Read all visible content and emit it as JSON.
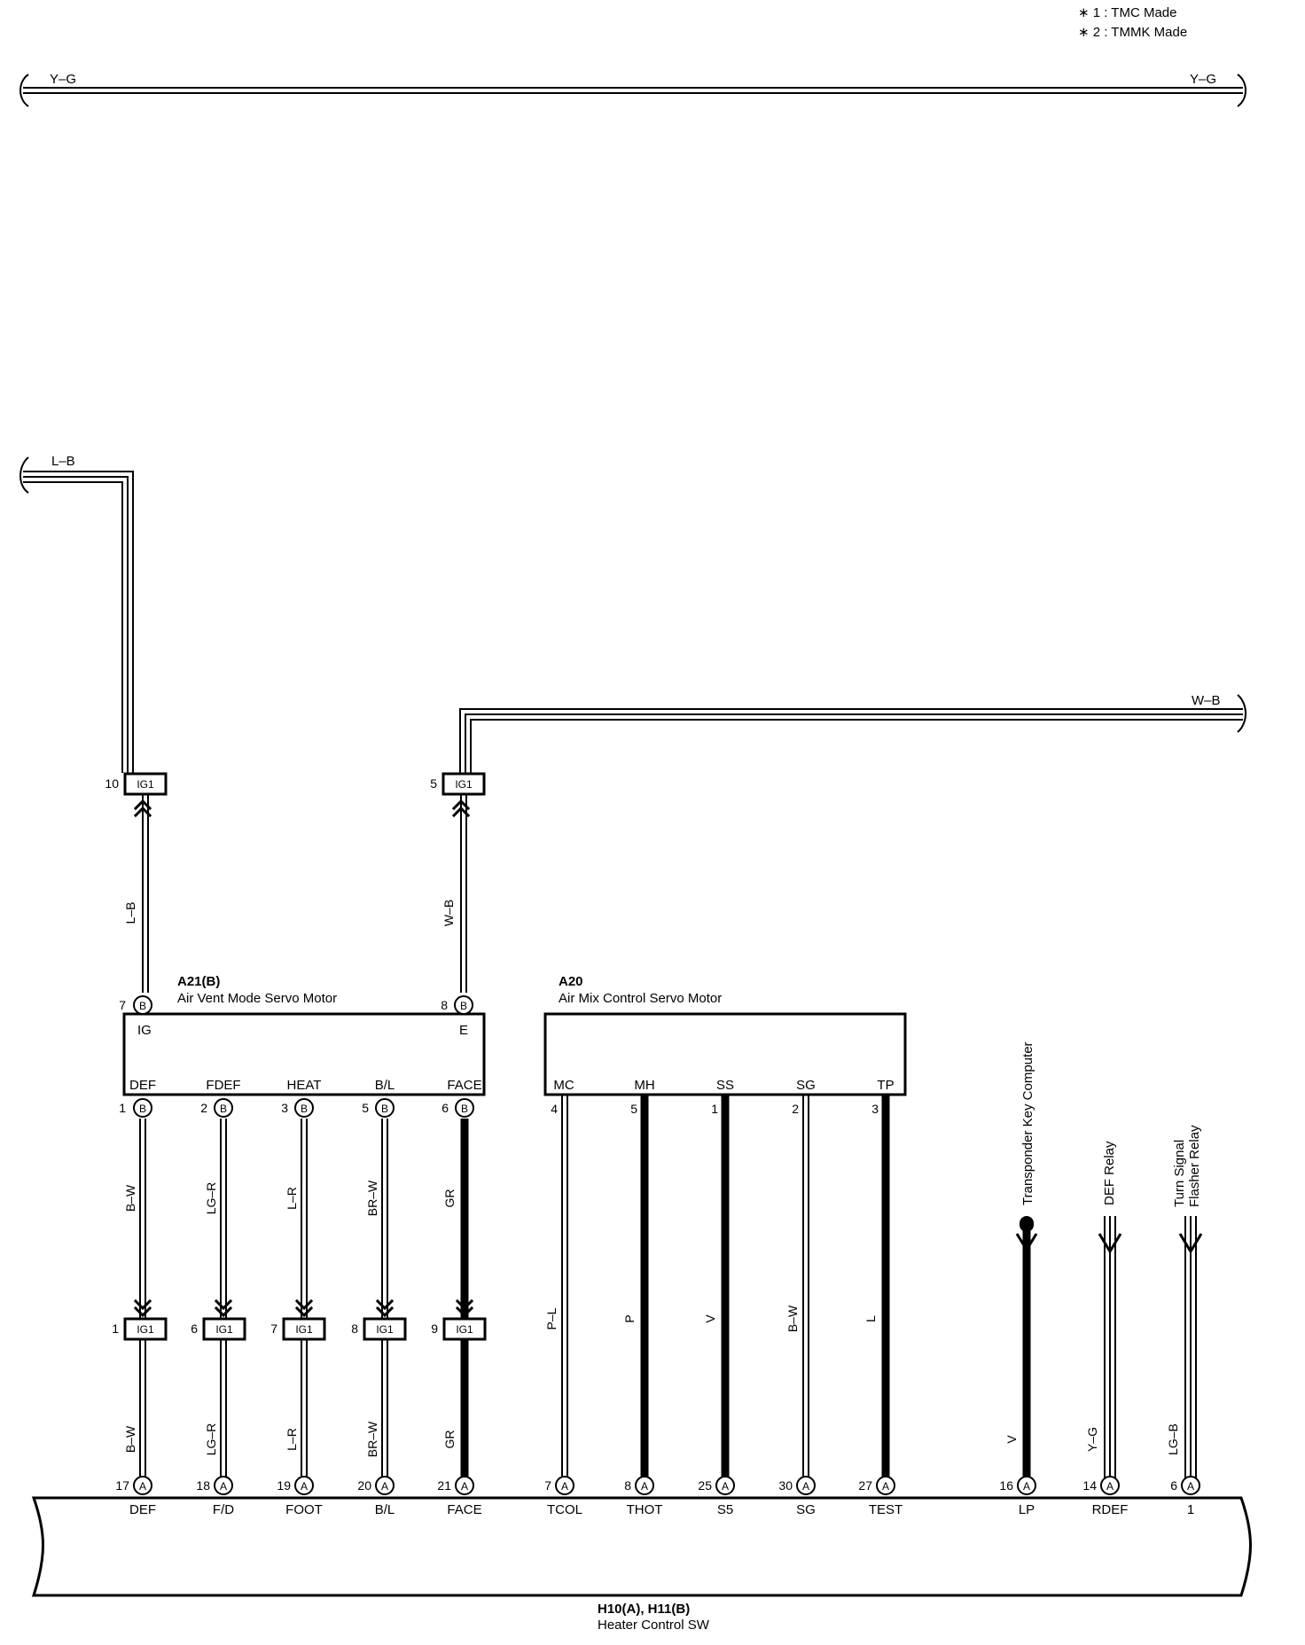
{
  "notes": [
    "∗ 1 : TMC Made",
    "∗ 2 : TMMK Made"
  ],
  "top_bus": {
    "wire_left": "Y–G",
    "wire_right": "Y–G"
  },
  "lb_feed": {
    "wire": "L–B"
  },
  "wb_feed": {
    "wire": "W–B"
  },
  "connector_label": "IG1",
  "upper_junctions": [
    {
      "pin": "10",
      "wire": "L–B"
    },
    {
      "pin": "5",
      "wire": "W–B"
    }
  ],
  "a21": {
    "code": "A21(B)",
    "name": "Air Vent Mode Servo Motor",
    "top_terminals": [
      {
        "label": "IG",
        "pin": "7",
        "conn": "B"
      },
      {
        "label": "E",
        "pin": "8",
        "conn": "B"
      }
    ],
    "bottom_terminals": [
      {
        "label": "DEF",
        "pin": "1",
        "conn": "B"
      },
      {
        "label": "FDEF",
        "pin": "2",
        "conn": "B"
      },
      {
        "label": "HEAT",
        "pin": "3",
        "conn": "B"
      },
      {
        "label": "B/L",
        "pin": "5",
        "conn": "B"
      },
      {
        "label": "FACE",
        "pin": "6",
        "conn": "B"
      }
    ]
  },
  "a20": {
    "code": "A20",
    "name": "Air Mix Control Servo Motor",
    "bottom_terminals": [
      {
        "label": "MC",
        "pin": "4"
      },
      {
        "label": "MH",
        "pin": "5"
      },
      {
        "label": "SS",
        "pin": "1"
      },
      {
        "label": "SG",
        "pin": "2"
      },
      {
        "label": "TP",
        "pin": "3"
      }
    ]
  },
  "lower_junctions": [
    {
      "pin": "1",
      "wire_upper": "B–W",
      "wire_lower": "B–W"
    },
    {
      "pin": "6",
      "wire_upper": "LG–R",
      "wire_lower": "LG–R"
    },
    {
      "pin": "7",
      "wire_upper": "L–R",
      "wire_lower": "L–R"
    },
    {
      "pin": "8",
      "wire_upper": "BR–W",
      "wire_lower": "BR–W"
    },
    {
      "pin": "9",
      "wire_upper": "GR",
      "wire_lower": "GR"
    }
  ],
  "a20_wires": [
    "P–L",
    "P",
    "V",
    "B–W",
    "L"
  ],
  "right_circuits": [
    {
      "destination": [
        "Transponder Key Computer"
      ],
      "wire": "V"
    },
    {
      "destination": [
        "DEF Relay"
      ],
      "wire": "Y–G"
    },
    {
      "destination": [
        "Turn Signal",
        "Flasher Relay"
      ],
      "wire": "LG–B"
    }
  ],
  "h10": {
    "code": "H10(A), H11(B)",
    "name": "Heater Control SW",
    "terminals": [
      {
        "pin": "17",
        "conn": "A",
        "label": "DEF"
      },
      {
        "pin": "18",
        "conn": "A",
        "label": "F/D"
      },
      {
        "pin": "19",
        "conn": "A",
        "label": "FOOT"
      },
      {
        "pin": "20",
        "conn": "A",
        "label": "B/L"
      },
      {
        "pin": "21",
        "conn": "A",
        "label": "FACE"
      },
      {
        "pin": "7",
        "conn": "A",
        "label": "TCOL"
      },
      {
        "pin": "8",
        "conn": "A",
        "label": "THOT"
      },
      {
        "pin": "25",
        "conn": "A",
        "label": "S5"
      },
      {
        "pin": "30",
        "conn": "A",
        "label": "SG"
      },
      {
        "pin": "27",
        "conn": "A",
        "label": "TEST"
      },
      {
        "pin": "16",
        "conn": "A",
        "label": "LP"
      },
      {
        "pin": "14",
        "conn": "A",
        "label": "RDEF"
      },
      {
        "pin": "6",
        "conn": "A",
        "label": "1"
      }
    ]
  }
}
